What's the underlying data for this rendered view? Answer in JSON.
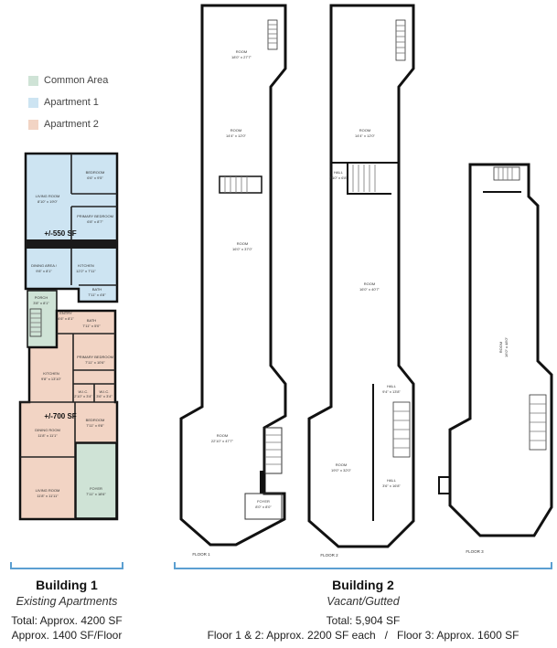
{
  "legend": [
    {
      "label": "Common Area",
      "color": "#cfe3d6"
    },
    {
      "label": "Apartment 1",
      "color": "#cde4f2"
    },
    {
      "label": "Apartment 2",
      "color": "#f2d4c4"
    }
  ],
  "building1": {
    "title": "Building 1",
    "subtitle": "Existing Apartments",
    "total": "Total: Approx. 4200 SF",
    "per_floor": "Approx. 1400 SF/Floor",
    "apt1_area": "+/-550 SF",
    "apt2_area": "+/-700 SF",
    "rooms": {
      "bedroom_top": "BEDROOM",
      "bedroom_top_dim": "6'6\" x 9'5\"",
      "living_room": "LIVING ROOM",
      "living_room_dim": "8'10\" x 19'0\"",
      "primary_bedroom_1": "PRIMARY BEDROOM",
      "primary_bedroom_1_dim": "6'8\" x 8'7\"",
      "dining_area": "DINING AREA /",
      "dining_area_dim": "9'8\" x 8'1\"",
      "kitchen_1": "KITCHEN",
      "kitchen_1_dim": "12'2\" x 7'11\"",
      "bath_1": "BATH",
      "bath_1_dim": "7'11\" x 4'8\"",
      "porch": "PORCH",
      "porch_dim": "3'8\" x 8'1\"",
      "entry": "ENTRY",
      "entry_dim": "4'6\" x 8'1\"",
      "bath_2": "BATH",
      "bath_2_dim": "7'11\" x 5'0\"",
      "primary_bedroom_2": "PRIMARY BEDROOM",
      "primary_bedroom_2_dim": "7'11\" x 10'6\"",
      "kitchen_2": "KITCHEN",
      "kitchen_2_dim": "9'8\" x 13'10\"",
      "wic_1": "W.I.C.",
      "wic_1_dim": "2'10\" x 3'4\"",
      "wic_2": "W.I.C.",
      "wic_2_dim": "3'6\" x 3'4\"",
      "bedroom_2": "BEDROOM",
      "bedroom_2_dim": "7'11\" x 9'8\"",
      "dining_room": "DINING ROOM",
      "dining_room_dim": "11'8\" x 11'1\"",
      "living_room_2": "LIVING ROOM",
      "living_room_2_dim": "11'8\" x 11'11\"",
      "foyer": "FOYER",
      "foyer_dim": "7'11\" x 18'6\""
    }
  },
  "building2": {
    "title": "Building 2",
    "subtitle": "Vacant/Gutted",
    "total": "Total: 5,904 SF",
    "breakdown": "Floor 1 & 2: Approx. 2200 SF each   /   Floor 3: Approx. 1600 SF",
    "floor1_label": "FLOOR 1",
    "floor2_label": "FLOOR 2",
    "floor3_label": "FLOOR 3",
    "f1_rooms": {
      "r1": "ROOM",
      "r1_dim": "18'0\" x 27'7\"",
      "r2": "ROOM",
      "r2_dim": "14'4\" x 12'0\"",
      "r3": "ROOM",
      "r3_dim": "16'0\" x 37'0\"",
      "r4": "ROOM",
      "r4_dim": "22'10\" x 47'7\"",
      "foyer": "FOYER",
      "foyer_dim": "8'0\" x 8'0\""
    },
    "f2_rooms": {
      "r1": "ROOM",
      "r1_dim": "14'4\" x 12'0\"",
      "hall": "HALL",
      "hall_dim": "3'10\" x 6'8\"",
      "r2": "ROOM",
      "r2_dim": "16'0\" x 40'7\"",
      "hall2": "HALL",
      "hall2_dim": "9'4\" x 13'8\"",
      "r3": "ROOM",
      "r3_dim": "19'0\" x 32'0\"",
      "hall3": "HALL",
      "hall3_dim": "3'6\" x 16'8\""
    },
    "f3_rooms": {
      "r1": "ROOM",
      "r1_dim": "16'0\" x 48'0\""
    }
  }
}
